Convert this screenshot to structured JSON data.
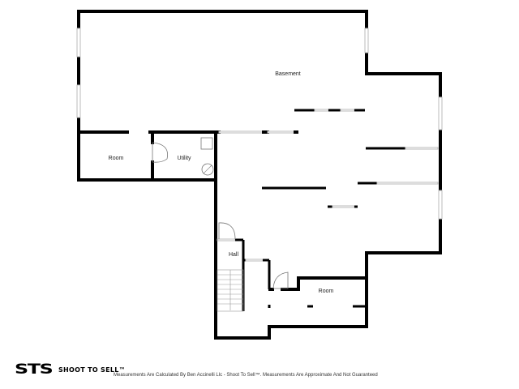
{
  "rooms": {
    "basement": "Basement",
    "room_left": "Room",
    "utility": "Utility",
    "hall": "Hall",
    "room_bottom": "Room"
  },
  "footer": {
    "logo": "STS",
    "brand": "SHOOT TO SELL™",
    "disclaimer": "Measurements Are Calculated By Ben Accinelli Llc - Shoot To Sell™. Measurements Are Approximate And Not Guaranteed"
  }
}
